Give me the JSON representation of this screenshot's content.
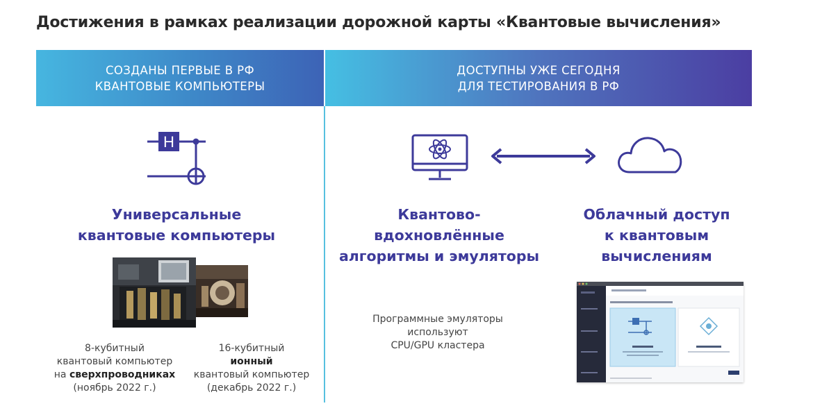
{
  "title": "Достижения в рамках реализации дорожной карты «Квантовые вычисления»",
  "banner_left": {
    "line1": "СОЗДАНЫ ПЕРВЫЕ В РФ",
    "line2": "КВАНТОВЫЕ КОМПЬЮТЕРЫ"
  },
  "banner_right": {
    "line1": "ДОСТУПНЫ УЖЕ СЕГОДНЯ",
    "line2": "ДЛЯ ТЕСТИРОВАНИЯ В РФ"
  },
  "universal": {
    "line1": "Универсальные",
    "line2": "квантовые компьютеры",
    "gate_label": "H"
  },
  "computer8": {
    "line1": "8-кубитный",
    "line2": "квантовый компьютер",
    "line3_pre": "на ",
    "line3_bold": "сверхпроводниках",
    "line4": "(ноябрь 2022 г.)"
  },
  "computer16": {
    "line1": "16-кубитный",
    "line2_bold": "ионный",
    "line3": "квантовый компьютер",
    "line4": "(декабрь 2022 г.)"
  },
  "algorithms": {
    "line1": "Квантово-",
    "line2": "вдохновлённые",
    "line3": "алгоритмы и эмуляторы"
  },
  "emulators_note": {
    "line1": "Программные эмуляторы",
    "line2": "используют",
    "line3": "CPU/GPU кластера"
  },
  "cloud": {
    "line1": "Облачный доступ",
    "line2": "к квантовым",
    "line3": "вычислениям"
  },
  "colors": {
    "accent": "#3d3a9a",
    "banner_start": "#46b6e0",
    "banner_end": "#4b3ea2",
    "divider": "#57c0df"
  },
  "icons": [
    "quantum-circuit-icon",
    "atom-monitor-icon",
    "double-arrow-icon",
    "cloud-icon"
  ]
}
